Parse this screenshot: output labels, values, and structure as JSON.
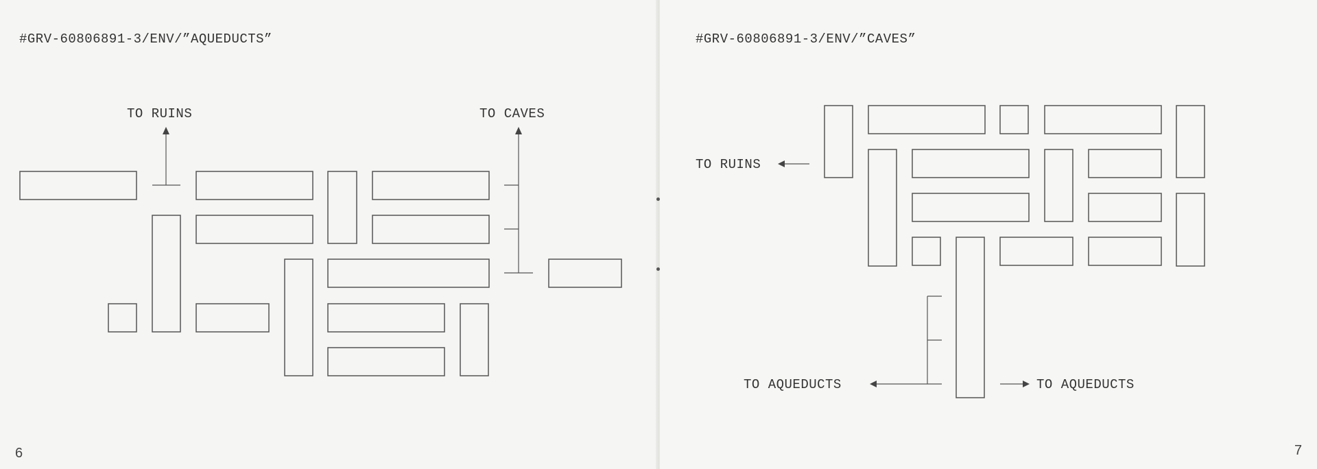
{
  "left_page": {
    "header": "#GRV-60806891-3/ENV/”AQUEDUCTS”",
    "labels": {
      "to_ruins": "TO RUINS",
      "to_caves": "TO CAVES"
    },
    "page_number": "6"
  },
  "right_page": {
    "header": "#GRV-60806891-3/ENV/”CAVES”",
    "labels": {
      "to_ruins": "TO RUINS",
      "to_aqueducts_left": "TO AQUEDUCTS",
      "to_aqueducts_right": "TO AQUEDUCTS"
    },
    "page_number": "7"
  }
}
